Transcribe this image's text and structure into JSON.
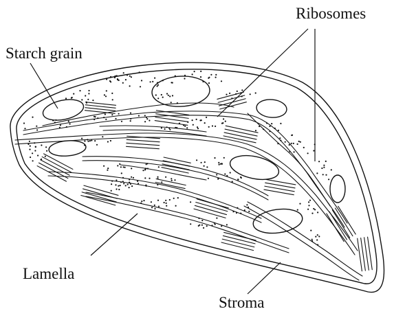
{
  "labels": {
    "ribosomes": "Ribosomes",
    "starch_grain": "Starch grain",
    "lamella": "Lamella",
    "stroma": "Stroma"
  },
  "colors": {
    "ink": "#111111",
    "background": "#ffffff"
  }
}
